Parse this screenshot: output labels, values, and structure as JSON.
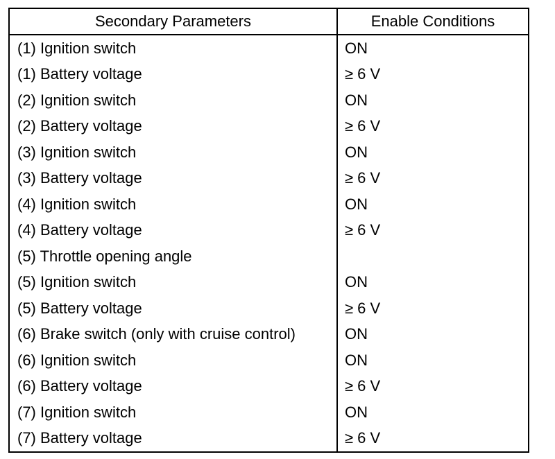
{
  "table": {
    "headers": [
      "Secondary Parameters",
      "Enable Conditions"
    ],
    "rows": [
      [
        "(1) Ignition switch",
        "ON"
      ],
      [
        "(1) Battery voltage",
        "≥ 6 V"
      ],
      [
        "(2) Ignition switch",
        "ON"
      ],
      [
        "(2) Battery voltage",
        "≥ 6 V"
      ],
      [
        "(3) Ignition switch",
        "ON"
      ],
      [
        "(3) Battery voltage",
        "≥ 6 V"
      ],
      [
        "(4) Ignition switch",
        "ON"
      ],
      [
        "(4) Battery voltage",
        "≥ 6 V"
      ],
      [
        "(5) Throttle opening angle",
        ""
      ],
      [
        "(5) Ignition switch",
        "ON"
      ],
      [
        "(5) Battery voltage",
        "≥ 6 V"
      ],
      [
        "(6) Brake switch (only with cruise control)",
        "ON"
      ],
      [
        "(6) Ignition switch",
        "ON"
      ],
      [
        "(6) Battery voltage",
        "≥ 6 V"
      ],
      [
        "(7) Ignition switch",
        "ON"
      ],
      [
        "(7) Battery voltage",
        "≥ 6 V"
      ]
    ]
  }
}
